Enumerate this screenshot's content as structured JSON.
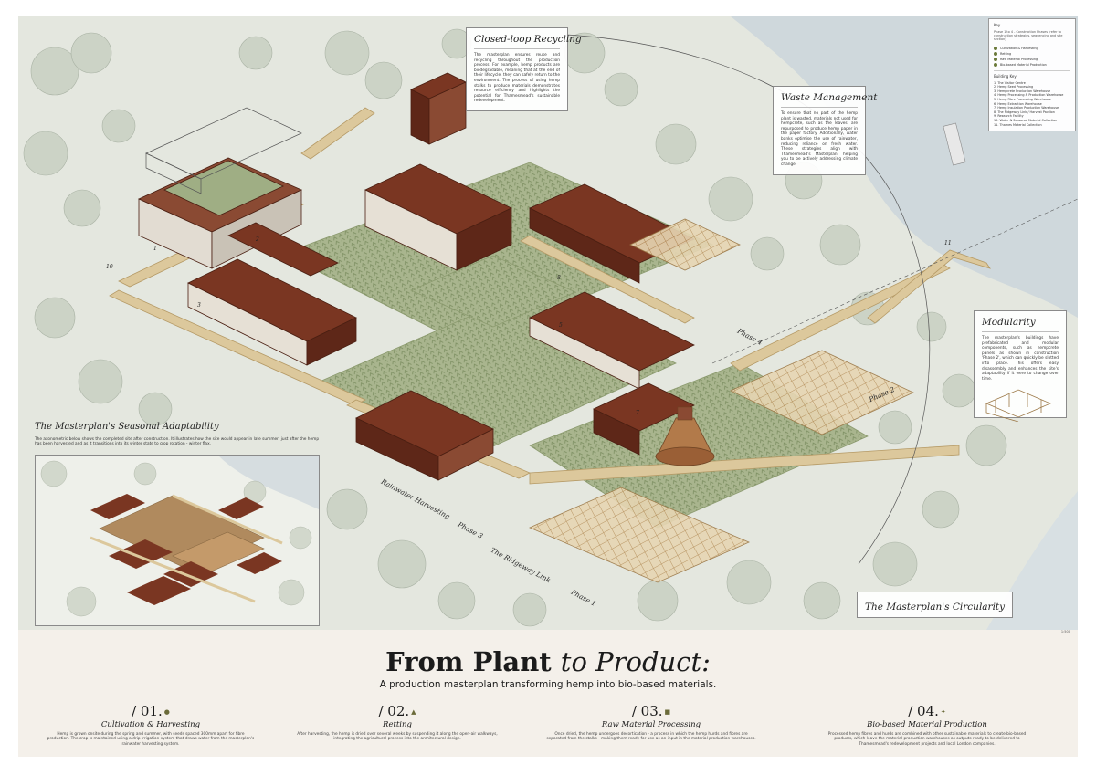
{
  "title": {
    "bold": "From Plant",
    "italic": "to Product:",
    "subtitle": "A production masterplan transforming hemp into bio-based materials."
  },
  "callouts": {
    "recycling": {
      "heading": "Closed-loop Recycling",
      "text": "The masterplan ensures reuse and recycling throughout the production process. For example, hemp products are biodegradable, meaning that at the end of their lifecycle, they can safely return to the environment. The process of using hemp stalks to produce materials demonstrates resource efficiency and highlights the potential for Thamesmead's sustainable redevelopment."
    },
    "waste": {
      "heading": "Waste Management",
      "text": "To ensure that no part of the hemp plant is wasted, materials not used for hempcrete, such as the leaves, are repurposed to produce hemp paper in the paper factory. Additionally, water banks optimise the use of rainwater, reducing reliance on fresh water. These strategies align with Thamesmead's Masterplan, helping you to be actively addressing climate change."
    },
    "modularity": {
      "heading": "Modularity",
      "text": "The masterplan's buildings have prefabricated and modular components, such as hempcrete panels as shown in construction 'Phase 2', which can quickly be slotted into place. This offers easy disassembly and enhances the site's adaptability if it were to change over time."
    },
    "seasonal": {
      "heading": "The Masterplan's Seasonal Adaptability",
      "text": "The axonometric below shows the completed site after construction. It illustrates how the site would appear in late summer, just after the hemp has been harvested and as it transitions into its winter state to crop rotation - winter flax."
    },
    "circularity": {
      "heading": "The Masterplan's Circularity"
    }
  },
  "path_labels": {
    "rainwater": "Rainwater Harvesting",
    "phase3": "Phase 3",
    "ridgeway": "The Ridgeway Link",
    "phase1": "Phase 1",
    "phase2": "Phase 2",
    "phase4": "Phase 4"
  },
  "key": {
    "title": "Key",
    "subtitle": "Phase 1 to 4 - Construction Phases (refer to construction strategies, sequencing and site section)",
    "items": [
      {
        "label": "Cultivation & Harvesting"
      },
      {
        "label": "Retting"
      },
      {
        "label": "Raw Material Processing"
      },
      {
        "label": "Bio-based Material Production"
      }
    ],
    "building_key_title": "Building Key",
    "buildings": [
      "1. The Visitor Centre",
      "2. Hemp Seed Processing",
      "3. Hempcrete Production Warehouse",
      "4. Hemp Processing & Production Warehouse",
      "5. Hemp Fibre Processing Warehouse",
      "6. Hemp Extraction Warehouse",
      "7. Hemp Insulation Production Warehouse",
      "8. The Ridgeway Link / Harvest Pavilion",
      "9. Research Facility",
      "10. Water & Seasonal Material Collection",
      "11. Thames Material Collection"
    ]
  },
  "building_numbers": [
    "1",
    "2",
    "3",
    "5",
    "7",
    "8",
    "10",
    "11"
  ],
  "steps": [
    {
      "num": "/ 01.",
      "name": "Cultivation & Harvesting",
      "desc": "Hemp is grown onsite during the spring and summer, with seeds spaced 300mm apart for fibre production. The crop is maintained using a drip irrigation system that draws water from the masterplan's rainwater harvesting system."
    },
    {
      "num": "/ 02.",
      "name": "Retting",
      "desc": "After harvesting, the hemp is dried over several weeks by suspending it along the open-air walkways, integrating the agricultural process into the architectural design."
    },
    {
      "num": "/ 03.",
      "name": "Raw Material Processing",
      "desc": "Once dried, the hemp undergoes decortication - a process in which the hemp hurds and fibres are separated from the stalks - making them ready for use as an input in the material production warehouses."
    },
    {
      "num": "/ 04.",
      "name": "Bio-based Material Production",
      "desc": "Processed hemp fibres and hurds are combined with other sustainable materials to create bio-based products, which leave the material production warehouses as outputs ready to be delivered to Thamesmead's redevelopment projects and local London companies."
    }
  ],
  "step_marks": [
    "●",
    "▲",
    "■",
    "✦"
  ],
  "scale": "1:500",
  "colors": {
    "brick": "#7a3622",
    "brick_dark": "#5e2718",
    "timber": "#c9a572",
    "field": "#a9b58e",
    "walkway": "#dcc89c",
    "water": "#cfd8dc",
    "ground": "#e4e7df"
  }
}
